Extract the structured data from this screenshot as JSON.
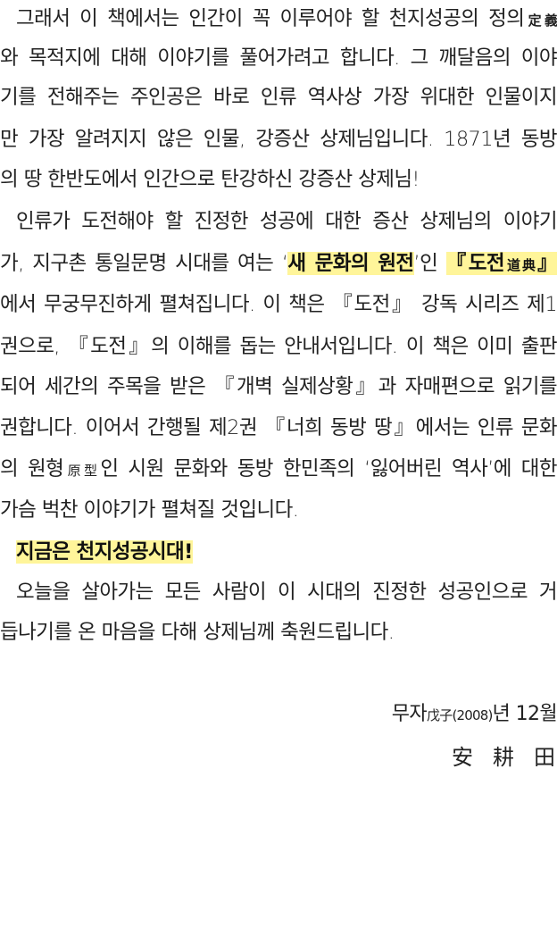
{
  "paragraphs": {
    "p1": {
      "line1_text": "그래서 이 책에서는 인간이 꼭 이루어야 할 천지성공의 정의",
      "line1_hanja": "定義",
      "line2": "와 목적지에 대해 이야기를 풀어가려고 합니다. 그 깨달음의 이야",
      "line3": "기를 전해주는 주인공은 바로 인류 역사상 가장 위대한 인물이지",
      "line4": "만 가장 알려지지 않은 인물, 강증산 상제님입니다. 1871년 동방",
      "line5": "의 땅 한반도에서 인간으로 탄강하신 강증산 상제님!"
    },
    "p2": {
      "line1": "인류가 도전해야 할 진정한 성공에 대한 증산 상제님의 이야기",
      "line2_a": "가, 지구촌 통일문명 시대를 여는 ‘",
      "line2_hl1": "새 문화의 원전",
      "line2_b": "’인 ",
      "line2_hl2_open": "『도전",
      "line2_hl2_hanja": "道典",
      "line2_hl2_close": "』",
      "line3": "에서 무궁무진하게 펼쳐집니다. 이 책은 『도전』 강독 시리즈 제1",
      "line4": "권으로, 『도전』의 이해를 돕는 안내서입니다. 이 책은 이미 출판",
      "line5": "되어 세간의 주목을 받은 『개벽 실제상황』과 자매편으로 읽기를",
      "line6": "권합니다. 이어서 간행될 제2권 『너희 동방 땅』에서는 인류 문화",
      "line7_a": "의 원형",
      "line7_hanja": "原型",
      "line7_b": "인 시원 문화와 동방 한민족의 ‘잃어버린 역사’에 대한",
      "line8": "가슴 벅찬 이야기가 펼쳐질 것입니다."
    },
    "heading": "지금은 천지성공시대!",
    "p3": {
      "line1": "오늘을 살아가는 모든 사람이 이 시대의 진정한 성공인으로 거",
      "line2": "듭나기를 온 마음을 다해 상제님께 축원드립니다."
    }
  },
  "signature": {
    "date_prefix": "무자",
    "date_hanja": "戊子(2008)",
    "date_suffix": "년 12월",
    "author": "安耕田"
  },
  "colors": {
    "highlight": "#fff59a",
    "text": "#222222",
    "background": "#ffffff"
  }
}
